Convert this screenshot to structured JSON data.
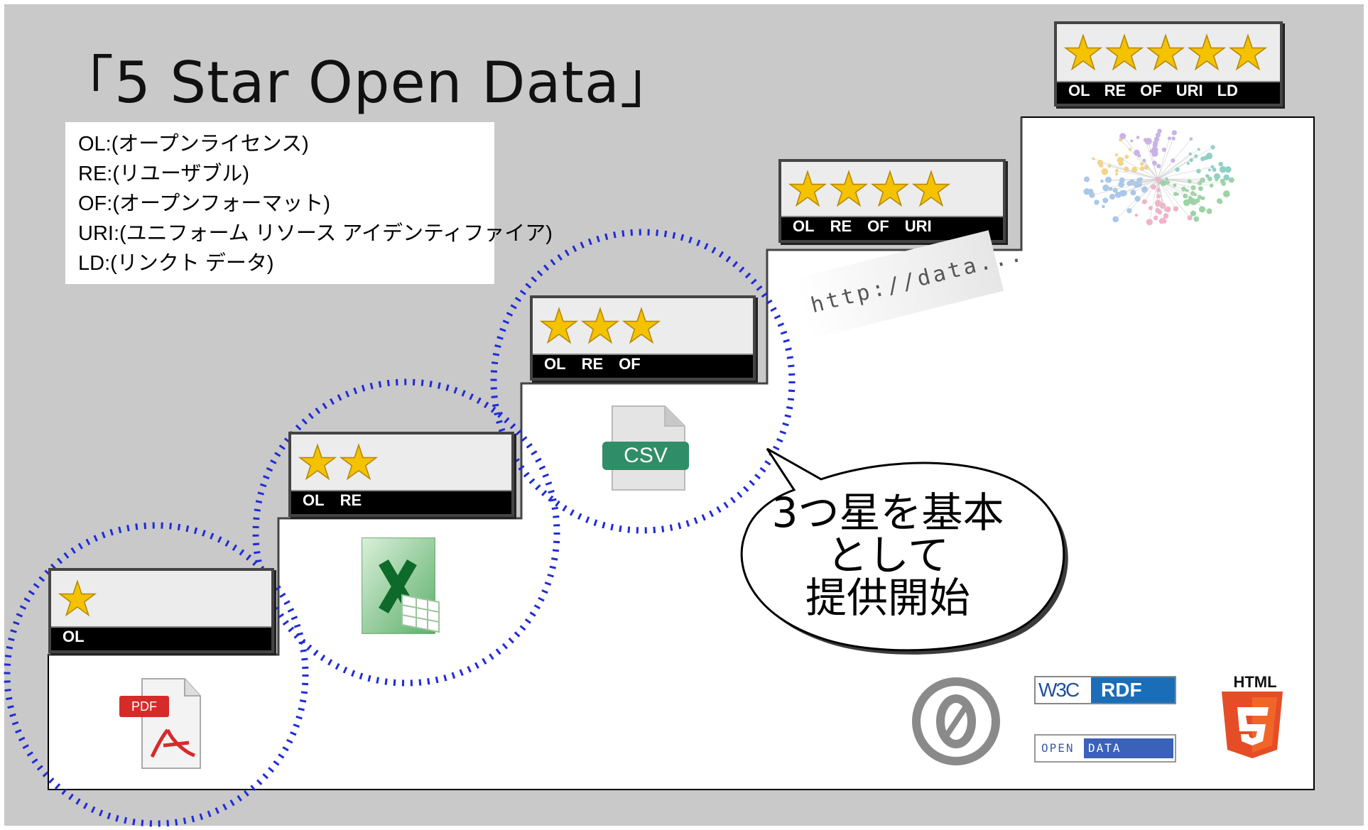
{
  "title": "「5 Star Open Data」",
  "legend": [
    "OL:(オープンライセンス)",
    "RE:(リユーザブル)",
    "OF:(オープンフォーマット)",
    "URI:(ユニフォーム リソース アイデンティファイア)",
    "LD:(リンクト データ)"
  ],
  "levels": [
    {
      "stars": 1,
      "codes": [
        "OL"
      ]
    },
    {
      "stars": 2,
      "codes": [
        "OL",
        "RE"
      ]
    },
    {
      "stars": 3,
      "codes": [
        "OL",
        "RE",
        "OF"
      ]
    },
    {
      "stars": 4,
      "codes": [
        "OL",
        "RE",
        "OF",
        "URI"
      ]
    },
    {
      "stars": 5,
      "codes": [
        "OL",
        "RE",
        "OF",
        "URI",
        "LD"
      ]
    }
  ],
  "url_text": "http://data...",
  "callout": [
    "3つ星を基本",
    "として",
    "提供開始"
  ],
  "icons": {
    "pdf_label": "PDF",
    "csv_label": "CSV",
    "w3c_left": "W3C",
    "w3c_right": "RDF",
    "opendata_left": "OPEN",
    "opendata_right": "DATA",
    "html5_label": "HTML",
    "html5_number": "5",
    "cc_zero": "0"
  },
  "colors": {
    "background": "#c9c9c9",
    "steps": "#ffffff",
    "star": "#f5c200",
    "dashed_circle": "#1f2bd8",
    "csv": "#2f8e68",
    "pdf": "#d62b2b",
    "excel": "#1f8a3a",
    "html5": "#e44d26"
  }
}
